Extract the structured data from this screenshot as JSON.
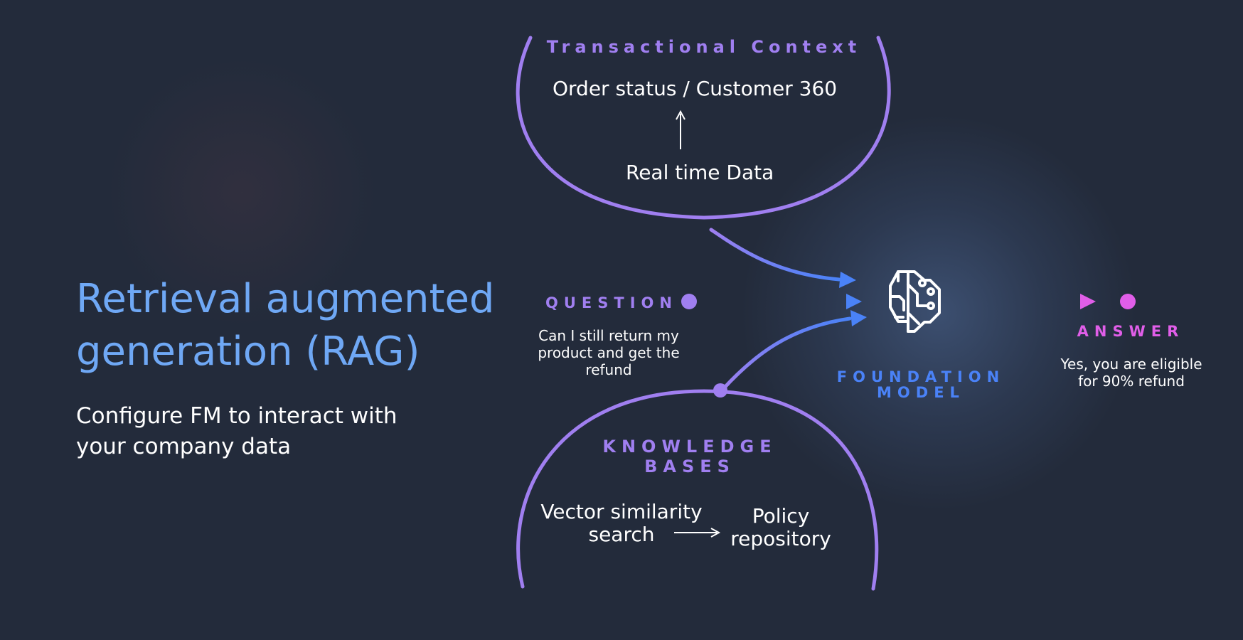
{
  "slide": {
    "title": "Retrieval augmented generation (RAG)",
    "subtitle": "Configure FM to interact with your company data"
  },
  "transactional_context": {
    "label": "Transactional Context",
    "top_text": "Order status / Customer 360",
    "bottom_text": "Real time Data"
  },
  "question": {
    "label": "QUESTION",
    "text": "Can I still return my product and get the refund"
  },
  "foundation_model": {
    "label_line1": "FOUNDATION",
    "label_line2": "MODEL",
    "icon": "brain-circuit-icon"
  },
  "answer": {
    "label": "ANSWER",
    "text": "Yes, you are eligible for 90% refund"
  },
  "knowledge_bases": {
    "label_line1": "KNOWLEDGE",
    "label_line2": "BASES",
    "search_text": "Vector similarity search",
    "repo_text": "Policy repository"
  },
  "colors": {
    "background": "#232b3b",
    "title_blue": "#6fa8f5",
    "purple": "#a07ff0",
    "blue": "#4a82f7",
    "pink": "#e05ee8"
  }
}
